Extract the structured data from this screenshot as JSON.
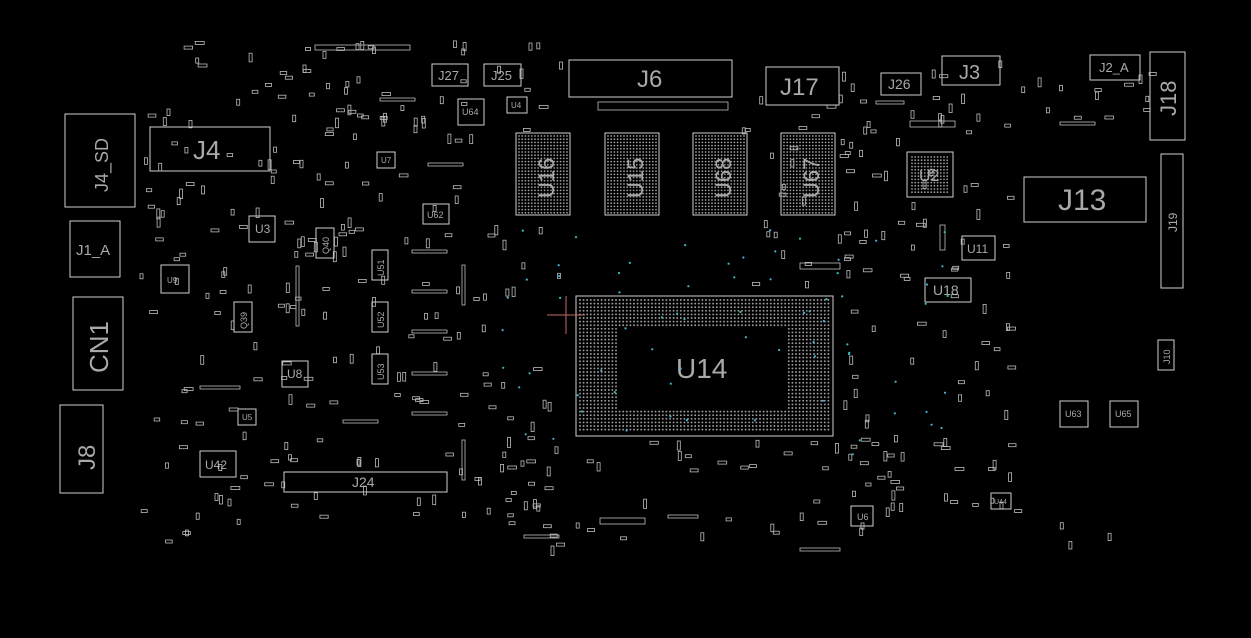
{
  "viewer": {
    "background": "#000000",
    "outline_color": "#cfcfcf",
    "label_color": "#a9a9a9",
    "cursor_color": "#c46a6a",
    "via_color": "#3fb7c9"
  },
  "components": {
    "J4_SD": "J4_SD",
    "J1_A": "J1_A",
    "CN1": "CN1",
    "J8": "J8",
    "J4": "J4",
    "J27": "J27",
    "J25": "J25",
    "J6": "J6",
    "J17": "J17",
    "J26": "J26",
    "J3": "J3",
    "J2_A": "J2_A",
    "J18": "J18",
    "J13": "J13",
    "J19": "J19",
    "J24": "J24",
    "J10": "J10",
    "U16": "U16",
    "U15": "U15",
    "U68": "U68",
    "U67": "U67",
    "U14": "U14",
    "U2": "U2",
    "U11": "U11",
    "U18": "U18",
    "U3": "U3",
    "U8": "U8",
    "U42": "U42",
    "U62": "U62",
    "U64": "U64",
    "U4": "U4",
    "U63": "U63",
    "U65": "U65",
    "U6": "U6",
    "U51": "U51",
    "U52": "U52",
    "U53": "U53",
    "Q39": "Q39",
    "Q40": "Q40",
    "U7": "U7",
    "U5": "U5",
    "U9": "U9",
    "U44": "U44"
  }
}
